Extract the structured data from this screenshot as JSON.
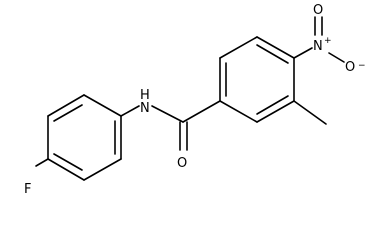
{
  "molecule": {
    "atoms": {
      "fluorine": "F",
      "amide_nitrogen": "N",
      "amide_hydrogen": "H",
      "carbonyl_oxygen": "O",
      "nitro_nitrogen": "N",
      "nitro_n_charge": "+",
      "nitro_oxygen_top": "O",
      "nitro_oxygen_side": "O",
      "nitro_o_charge": "−"
    }
  },
  "colors": {
    "bond": "#000000",
    "background": "#ffffff"
  }
}
